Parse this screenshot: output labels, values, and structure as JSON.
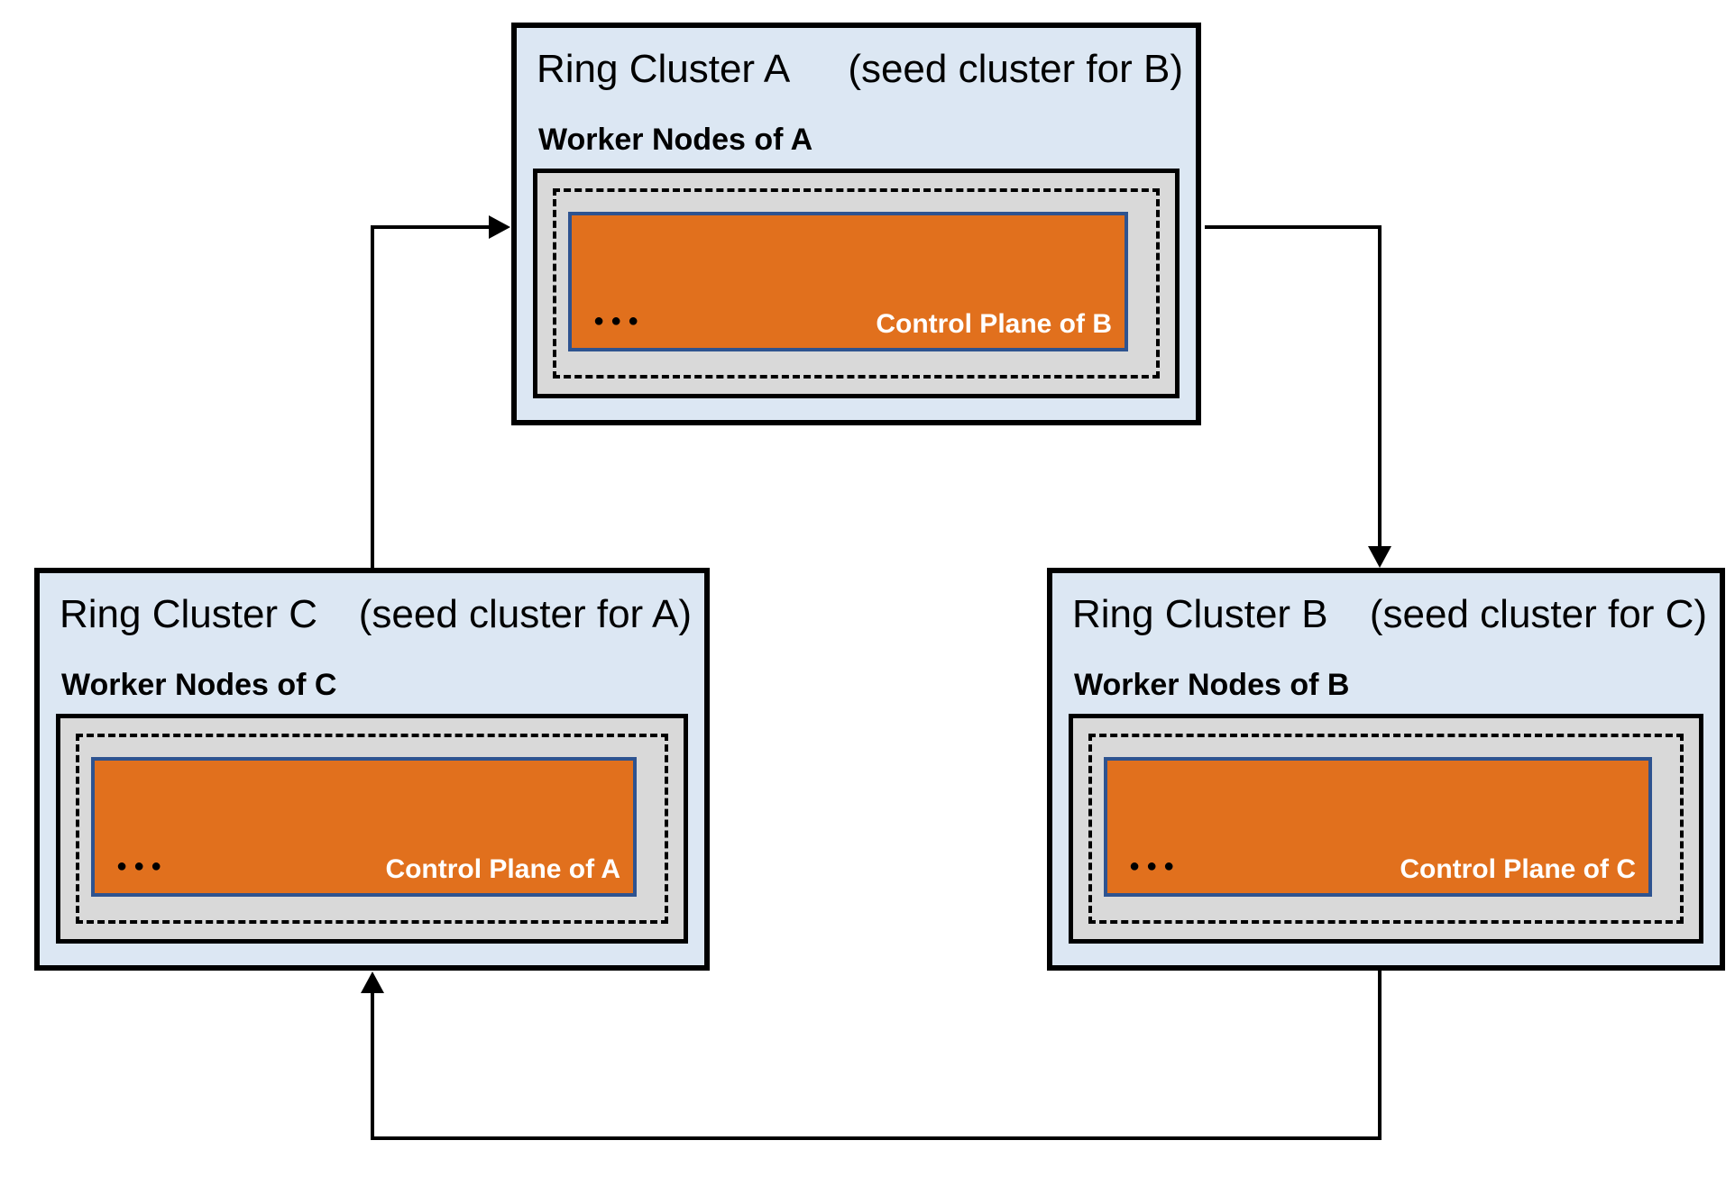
{
  "diagram": {
    "description": "Ring of three clusters; each cluster's worker nodes host the control plane of the next cluster",
    "colors": {
      "cluster_fill": "#dce7f3",
      "cluster_border": "#000000",
      "worker_box_fill": "#d9d9d9",
      "worker_box_border": "#000000",
      "control_box_fill": "#e1701d",
      "control_box_border": "#2e5390",
      "control_label_text": "#ffffff",
      "connector": "#000000"
    }
  },
  "clusters": [
    {
      "id": "A",
      "title": "Ring Cluster A",
      "seed_note": "(seed cluster for B)",
      "worker_label": "Worker Nodes of A",
      "control_label": "Control Plane of B",
      "ellipsis": "●●●"
    },
    {
      "id": "B",
      "title": "Ring Cluster B",
      "seed_note": "(seed cluster for C)",
      "worker_label": "Worker Nodes of B",
      "control_label": "Control Plane of C",
      "ellipsis": "●●●"
    },
    {
      "id": "C",
      "title": "Ring Cluster C",
      "seed_note": "(seed cluster for A)",
      "worker_label": "Worker Nodes of C",
      "control_label": "Control Plane of A",
      "ellipsis": "●●●"
    }
  ],
  "connections": [
    {
      "from": "C",
      "to": "A"
    },
    {
      "from": "A",
      "to": "B"
    },
    {
      "from": "B",
      "to": "C"
    }
  ]
}
